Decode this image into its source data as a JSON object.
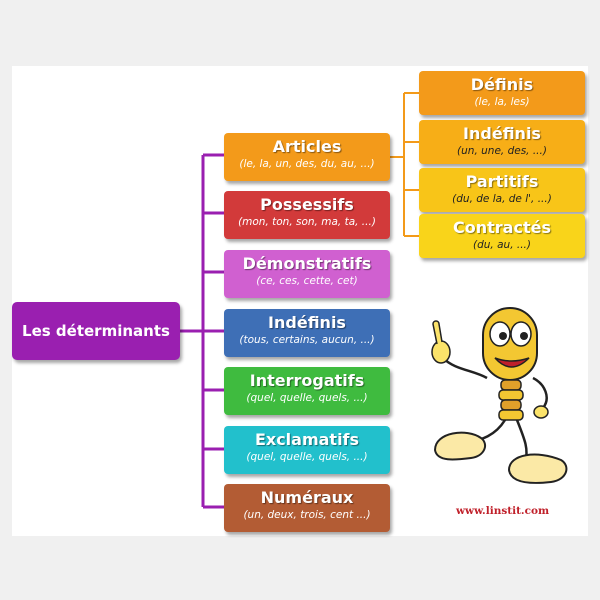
{
  "root": {
    "label": "Les déterminants",
    "color": "#9a1fb0"
  },
  "categories": [
    {
      "title": "Articles",
      "examples": "(le, la, un, des, du, au, ...)",
      "color": "#f39a1a"
    },
    {
      "title": "Possessifs",
      "examples": "(mon, ton, son, ma, ta, ...)",
      "color": "#d23a3a"
    },
    {
      "title": "Démonstratifs",
      "examples": "(ce, ces, cette, cet)",
      "color": "#d060d0"
    },
    {
      "title": "Indéfinis",
      "examples": "(tous, certains, aucun, ...)",
      "color": "#3e6fb6"
    },
    {
      "title": "Interrogatifs",
      "examples": "(quel, quelle, quels, ...)",
      "color": "#3fbb3f"
    },
    {
      "title": "Exclamatifs",
      "examples": "(quel, quelle, quels, ...)",
      "color": "#22c0cc"
    },
    {
      "title": "Numéraux",
      "examples": "(un, deux, trois, cent ...)",
      "color": "#b35c34"
    }
  ],
  "articles": [
    {
      "title": "Définis",
      "examples": "(le, la, les)",
      "color": "#f39a1a"
    },
    {
      "title": "Indéfinis",
      "examples": "(un, une, des, ...)",
      "color": "#f7ae17"
    },
    {
      "title": "Partitifs",
      "examples": "(du, de la, de l', ...)",
      "color": "#f8c518"
    },
    {
      "title": "Contractés",
      "examples": "(du, au, ...)",
      "color": "#f9d41a"
    }
  ],
  "connector_colors": {
    "root": "#9a1fb0",
    "articles": "#f39a1a"
  },
  "website": "www.linstit.com"
}
